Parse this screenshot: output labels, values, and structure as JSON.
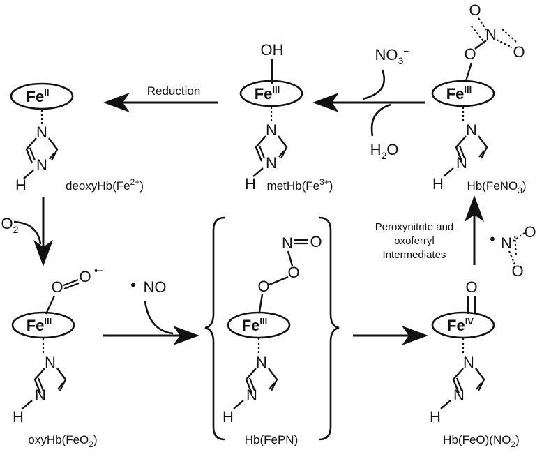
{
  "colors": {
    "iron": "#d8532a",
    "line": "#111111"
  },
  "hemes": {
    "deoxy": {
      "fe": "Fe",
      "ox": "II",
      "caption": "deoxyHb(Fe",
      "caption_sup": "2+",
      "caption_end": ")"
    },
    "met": {
      "fe": "Fe",
      "ox": "III",
      "ligand": "OH",
      "caption": "metHb(Fe",
      "caption_sup": "3+",
      "caption_end": ")"
    },
    "nitrate": {
      "fe": "Fe",
      "ox": "III",
      "caption": "Hb(FeNO",
      "caption_sub": "3",
      "caption_end": ")"
    },
    "oxy": {
      "fe": "Fe",
      "ox": "III",
      "caption": "oxyHb(FeO",
      "caption_sub": "2",
      "caption_end": ")"
    },
    "pn": {
      "fe": "Fe",
      "ox": "III",
      "caption": "Hb(FePN)"
    },
    "ferryl": {
      "fe": "Fe",
      "ox": "IV",
      "caption": "Hb(FeO)(NO",
      "caption_sub": "2",
      "caption_end": ")"
    }
  },
  "atoms": {
    "N": "N",
    "H": "H",
    "O": "O"
  },
  "ligands": {
    "superoxide_charge": "•−",
    "radical_dot": "•"
  },
  "reagents": {
    "reduction": "Reduction",
    "nitrate": "NO",
    "nitrate_sub": "3",
    "nitrate_sup": "−",
    "water": "H",
    "water_sub": "2",
    "water_end": "O",
    "oxygen": "O",
    "oxygen_sub": "2",
    "no_radical": "NO",
    "intermediates": [
      "Peroxynitrite and",
      "oxoferryl",
      "Intermediates"
    ]
  }
}
